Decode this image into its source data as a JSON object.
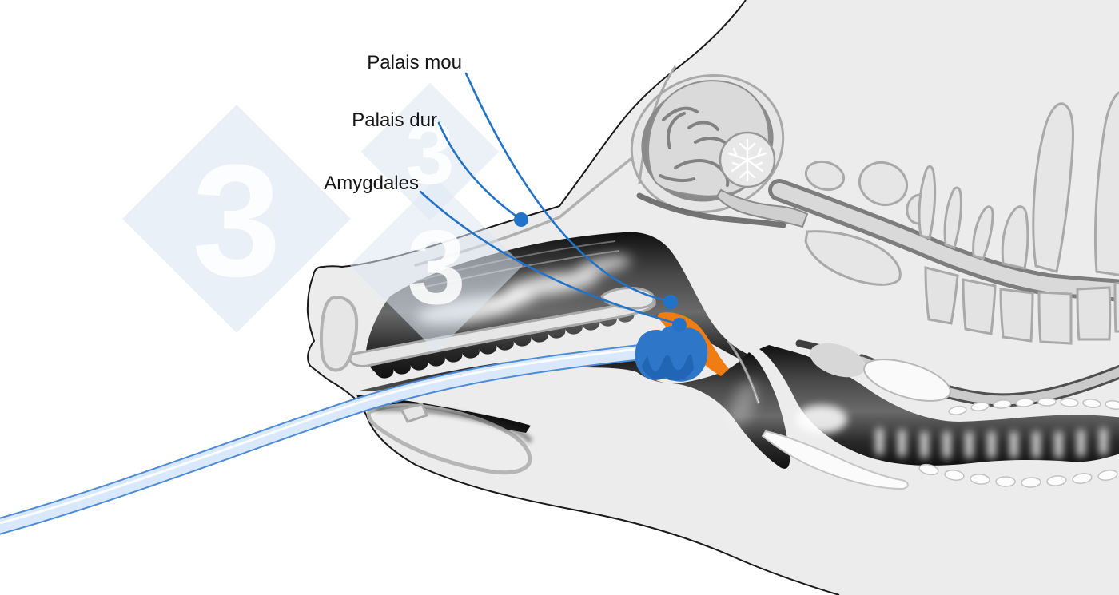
{
  "labels": {
    "soft_palate": "Palais mou",
    "hard_palate": "Palais dur",
    "tonsils": "Amygdales"
  },
  "watermark": {
    "glyph": "3"
  },
  "colors": {
    "annotation_blue": "#2273c8",
    "tonsil_orange": "#f07d14",
    "swab_blue": "#2e77c8",
    "swab_shade_blue": "#1e63b0",
    "stick_fill": "#d9e8fa",
    "stick_stroke": "#4e8bd7",
    "watermark_fill": "#dfe8f3",
    "label_text": "#141414",
    "outline_black": "#1a1a1a",
    "body_gray": "#ececec",
    "bone_stroke": "#a9a9a9",
    "bone_fill": "#e6e6e6"
  }
}
